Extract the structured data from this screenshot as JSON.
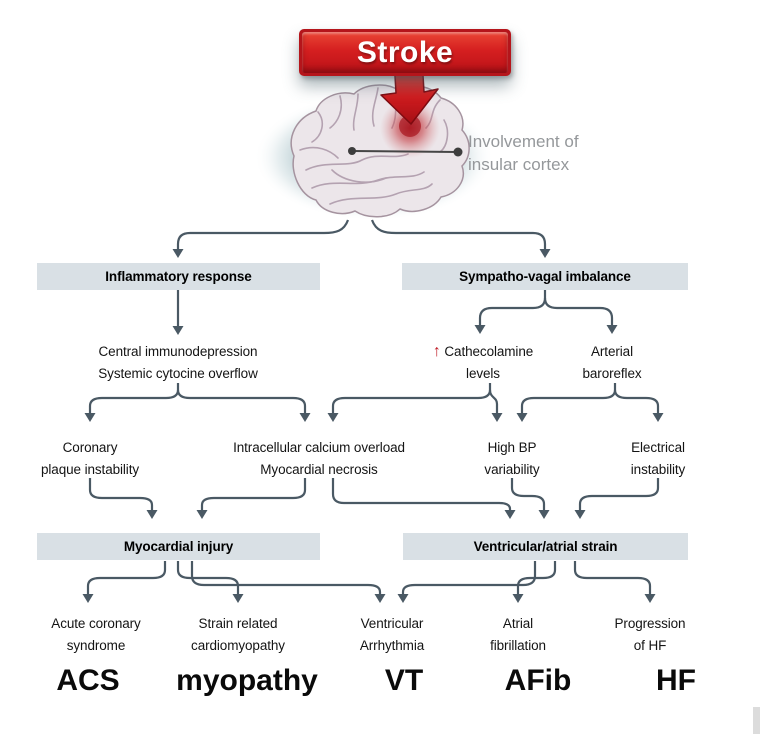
{
  "banner": {
    "label": "Stroke"
  },
  "brain_label": {
    "line1": "Involvement of",
    "line2": "insular cortex"
  },
  "boxes": {
    "inflammatory": "Inflammatory response",
    "sympatho": "Sympatho-vagal imbalance",
    "myocardial": "Myocardial injury",
    "ventricular": "Ventricular/atrial strain"
  },
  "nodes": {
    "immunodepression": {
      "line1": "Central immunodepression",
      "line2": "Systemic cytocine overflow"
    },
    "catecholamine": {
      "arrow": "↑",
      "line1": "Cathecolamine",
      "line2": "levels"
    },
    "baroreflex": {
      "line1": "Arterial",
      "line2": "baroreflex"
    },
    "coronary": {
      "line1": "Coronary",
      "line2": "plaque instability"
    },
    "calcium": {
      "line1": "Intracellular calcium overload",
      "line2": "Myocardial necrosis"
    },
    "highbp": {
      "line1": "High BP",
      "line2": "variability"
    },
    "electrical": {
      "line1": "Electrical",
      "line2": "instability"
    },
    "acute_coronary": {
      "line1": "Acute coronary",
      "line2": "syndrome"
    },
    "strain": {
      "line1": "Strain related",
      "line2": "cardiomyopathy"
    },
    "ventricular_arrhythmia": {
      "line1": "Ventricular",
      "line2": "Arrhythmia"
    },
    "atrial_fibrillation": {
      "line1": "Atrial",
      "line2": "fibrillation"
    },
    "progression_hf": {
      "line1": "Progression",
      "line2": "of HF"
    }
  },
  "abbreviations": {
    "acs": "ACS",
    "myopathy": "myopathy",
    "vt": "VT",
    "afib": "AFib",
    "hf": "HF"
  },
  "colors": {
    "banner_red": "#c41a1f",
    "connector_slate": "#4a5964",
    "header_box_bg": "#d9e0e5",
    "label_gray": "#95989b",
    "increase_arrow_red": "#c0202a"
  }
}
